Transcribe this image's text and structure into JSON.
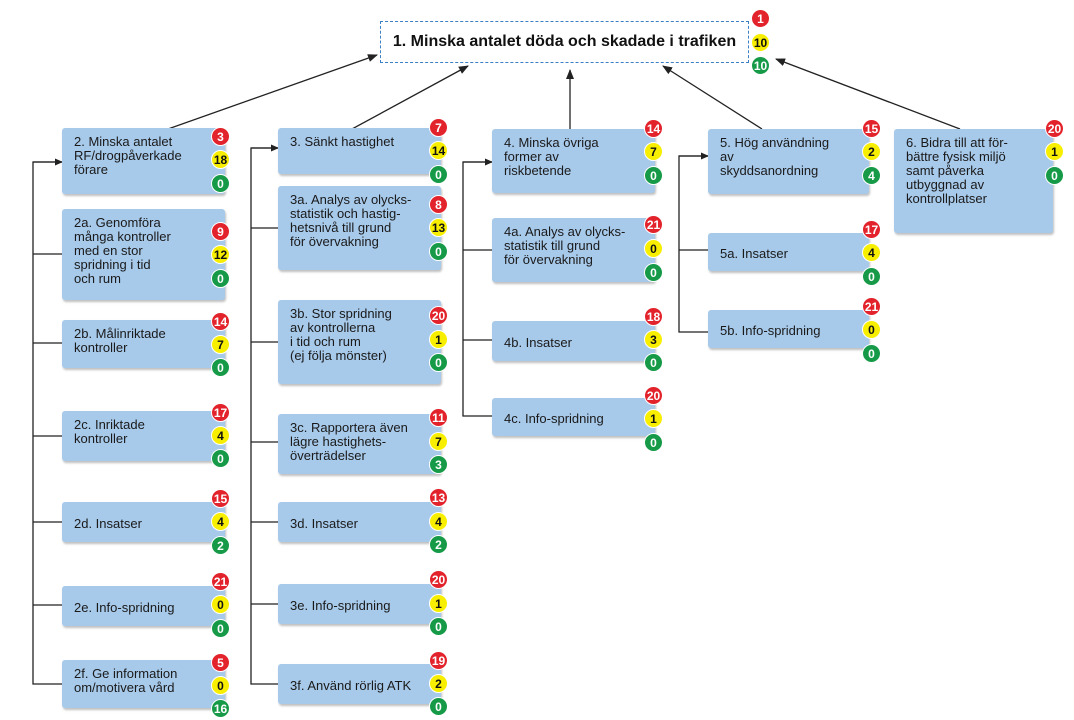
{
  "colors": {
    "node_fill": "#a7c9ea",
    "goal_border": "#3b7fc4",
    "badge_red": "#e3232b",
    "badge_yellow": "#f7ee00",
    "badge_green": "#169a48"
  },
  "goal": {
    "label": "1. Minska antalet döda och skadade i trafiken",
    "red": "1",
    "yellow": "10",
    "green": "10"
  },
  "col2": {
    "main": {
      "label": "2. Minska antalet\nRF/drogpåverkade\nförare",
      "red": "3",
      "yellow": "18",
      "green": "0"
    },
    "a": {
      "label": "2a. Genomföra\nmånga kontroller\nmed en stor\nspridning i tid\noch rum",
      "red": "9",
      "yellow": "12",
      "green": "0"
    },
    "b": {
      "label": "2b. Målinriktade\nkontroller",
      "red": "14",
      "yellow": "7",
      "green": "0"
    },
    "c": {
      "label": "2c. Inriktade\nkontroller",
      "red": "17",
      "yellow": "4",
      "green": "0"
    },
    "d": {
      "label": "2d. Insatser",
      "red": "15",
      "yellow": "4",
      "green": "2"
    },
    "e": {
      "label": "2e. Info-spridning",
      "red": "21",
      "yellow": "0",
      "green": "0"
    },
    "f": {
      "label": "2f. Ge information\nom/motivera vård",
      "red": "5",
      "yellow": "0",
      "green": "16"
    }
  },
  "col3": {
    "main": {
      "label": "3. Sänkt hastighet",
      "red": "7",
      "yellow": "14",
      "green": "0"
    },
    "a": {
      "label": "3a. Analys av olycks-\nstatistik och hastig-\nhetsnivå till grund\nför övervakning",
      "red": "8",
      "yellow": "13",
      "green": "0"
    },
    "b": {
      "label": "3b. Stor spridning\nav kontrollerna\ni tid och rum\n(ej följa mönster)",
      "red": "20",
      "yellow": "1",
      "green": "0"
    },
    "c": {
      "label": "3c. Rapportera även\nlägre hastighets-\növerträdelser",
      "red": "11",
      "yellow": "7",
      "green": "3"
    },
    "d": {
      "label": "3d. Insatser",
      "red": "13",
      "yellow": "4",
      "green": "2"
    },
    "e": {
      "label": "3e. Info-spridning",
      "red": "20",
      "yellow": "1",
      "green": "0"
    },
    "f": {
      "label": "3f. Använd rörlig ATK",
      "red": "19",
      "yellow": "2",
      "green": "0"
    }
  },
  "col4": {
    "main": {
      "label": "4. Minska övriga\nformer av\nriskbetende",
      "red": "14",
      "yellow": "7",
      "green": "0"
    },
    "a": {
      "label": "4a. Analys av olycks-\nstatistik till grund\nför övervakning",
      "red": "21",
      "yellow": "0",
      "green": "0"
    },
    "b": {
      "label": "4b. Insatser",
      "red": "18",
      "yellow": "3",
      "green": "0"
    },
    "c": {
      "label": "4c. Info-spridning",
      "red": "20",
      "yellow": "1",
      "green": "0"
    }
  },
  "col5": {
    "main": {
      "label": "5. Hög användning av\nskyddsanordning",
      "red": "15",
      "yellow": "2",
      "green": "4"
    },
    "a": {
      "label": "5a. Insatser",
      "red": "17",
      "yellow": "4",
      "green": "0"
    },
    "b": {
      "label": "5b. Info-spridning",
      "red": "21",
      "yellow": "0",
      "green": "0"
    }
  },
  "col6": {
    "main": {
      "label": "6. Bidra till att för-\nbättre fysisk miljö\nsamt påverka\nutbyggnad av\nkontrollplatser",
      "red": "20",
      "yellow": "1",
      "green": "0"
    }
  }
}
